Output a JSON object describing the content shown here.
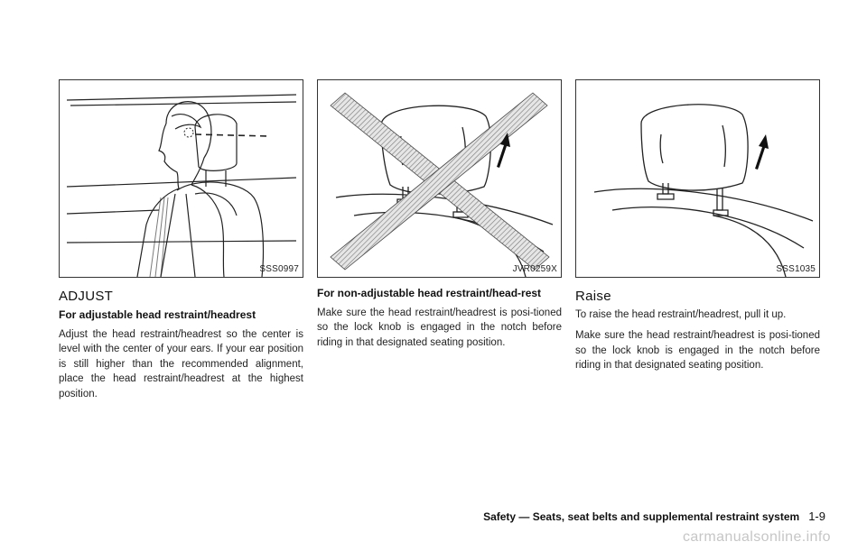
{
  "figures": [
    {
      "code": "SSS0997",
      "icons": [
        "person-head-restraint-illustration"
      ]
    },
    {
      "code": "JVR0259X",
      "icons": [
        "headrest-crossed-out-illustration",
        "up-arrow-icon"
      ]
    },
    {
      "code": "SSS1035",
      "icons": [
        "headrest-raise-illustration",
        "up-arrow-icon"
      ]
    }
  ],
  "column1": {
    "heading": "ADJUST",
    "subheading": "For adjustable head restraint/headrest",
    "paragraph": "Adjust the head restraint/headrest so the center is level with the center of your ears. If your ear position is still higher than the recommended alignment, place the head restraint/headrest at the highest position."
  },
  "column2": {
    "subheading": "For non-adjustable head restraint/head-rest",
    "paragraph": "Make sure the head restraint/headrest is posi-tioned so the lock knob is engaged in the notch before riding in that designated seating position."
  },
  "column3": {
    "heading": "Raise",
    "paragraph1": "To raise the head restraint/headrest, pull it up.",
    "paragraph2": "Make sure the head restraint/headrest is posi-tioned so the lock knob is engaged in the notch before riding in that designated seating position."
  },
  "footer": {
    "title": "Safety — Seats, seat belts and supplemental restraint system",
    "page": "1-9"
  },
  "watermark": "carmanualsonline.info"
}
